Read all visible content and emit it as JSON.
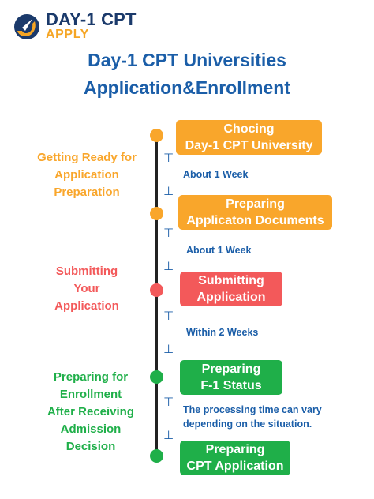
{
  "logo": {
    "line1": "DAY-1 CPT",
    "line2": "APPLY"
  },
  "title": {
    "line1": "Day-1 CPT Universities",
    "line2": "Application&Enrollment"
  },
  "colors": {
    "orange": "#f9a62b",
    "red": "#f3595a",
    "green": "#1faf49",
    "navy": "#1b3a6b",
    "blue": "#1b5ea8",
    "axis": "#222222"
  },
  "phases": [
    {
      "lines": [
        "Getting Ready for",
        "Application",
        "Preparation"
      ],
      "color": "#f9a62b"
    },
    {
      "lines": [
        "Submitting",
        "Your",
        "Application"
      ],
      "color": "#f3595a"
    },
    {
      "lines": [
        "Preparing for",
        "Enrollment",
        "After Receiving",
        "Admission",
        "Decision"
      ],
      "color": "#1faf49"
    }
  ],
  "steps": [
    {
      "lines": [
        "Chocing",
        "Day-1 CPT University"
      ],
      "color": "orange"
    },
    {
      "lines": [
        "Preparing",
        "Applicaton Documents"
      ],
      "color": "orange"
    },
    {
      "lines": [
        "Submitting",
        "Application"
      ],
      "color": "red"
    },
    {
      "lines": [
        "Preparing",
        "F-1 Status"
      ],
      "color": "green"
    },
    {
      "lines": [
        "Preparing",
        "CPT Application"
      ],
      "color": "green"
    }
  ],
  "durations": [
    {
      "lines": [
        "About 1 Week"
      ]
    },
    {
      "lines": [
        "About 1 Week"
      ]
    },
    {
      "lines": [
        "Within 2 Weeks"
      ]
    },
    {
      "lines": [
        "The processing time can vary",
        "depending on the situation."
      ]
    }
  ],
  "arrow_glyphs": {
    "top": "⊤",
    "bottom": "⊥"
  }
}
